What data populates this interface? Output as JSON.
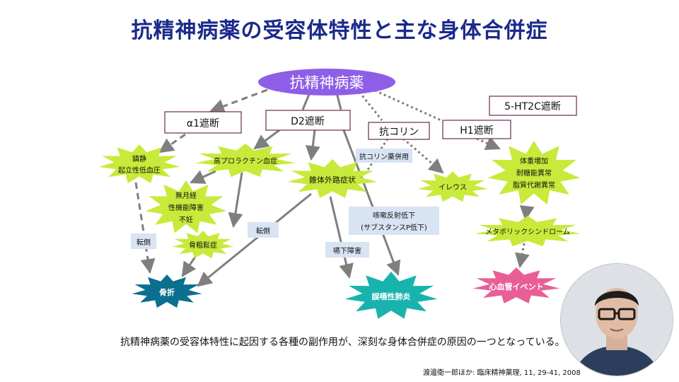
{
  "slide": {
    "title": "抗精神病薬の受容体特性と主な身体合併症",
    "footer": "抗精神病薬の受容体特性に起因する各種の副作用が、深刻な身体合併症の原因の一つとなっている。",
    "citation": "渡邊衛一郎ほか: 臨床精神薬理, 11, 29-41, 2008"
  },
  "colors": {
    "title": "#1a2a8c",
    "center_ellipse": "#8e5fe6",
    "box_border": "#6b2a55",
    "starburst": "#c8ea3a",
    "fracture": "#0b6f8f",
    "pneumonia": "#19b3ad",
    "cardio": "#e85f98",
    "annotation_bg": "#d8e3f3",
    "arrow": "#7f7f7f"
  },
  "diagram": {
    "center": "抗精神病薬",
    "receptors": {
      "alpha1": "α1遮断",
      "d2": "D2遮断",
      "anticholinergic": "抗コリン",
      "h1": "H1遮断",
      "ht2c": "5-HT2C遮断"
    },
    "effects": {
      "sedation": [
        "鎮静",
        "起立性低血圧"
      ],
      "hyperprolactinemia": "高プロラクチン血症",
      "amenorrhea": [
        "無月経",
        "性機能障害",
        "不妊"
      ],
      "osteoporosis": "骨粗鬆症",
      "eps": "錐体外路症状",
      "ileus": "イレウス",
      "weight": [
        "体重増加",
        "耐糖能異常",
        "脂質代謝異常"
      ],
      "metabolic": "メタボリックシンドローム"
    },
    "outcomes": {
      "fracture": "骨折",
      "pneumonia": "誤嚥性肺炎",
      "cardio": "心血管イベント"
    },
    "annotations": {
      "fall1": "転倒",
      "fall2": "転倒",
      "anticholinergic_combo": "抗コリン薬併用",
      "cough": [
        "咳嗽反射低下",
        "(サブスタンスP低下)"
      ],
      "dysphagia": "嚥下障害"
    }
  }
}
